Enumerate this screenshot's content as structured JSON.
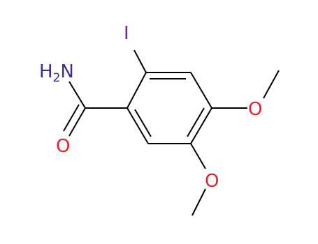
{
  "colors": {
    "bond": "#000000",
    "nitrogen": "#3a3090",
    "oxygen": "#e8202a",
    "iodine": "#7b1fa2"
  },
  "atoms": {
    "amide_n": {
      "symbol": "N",
      "hydrogen": "H",
      "hydrogen_count": "2"
    },
    "carbonyl_o": {
      "symbol": "O"
    },
    "iodine": {
      "symbol": "I"
    },
    "methoxy_o_4": {
      "symbol": "O"
    },
    "methoxy_o_5": {
      "symbol": "O"
    }
  }
}
